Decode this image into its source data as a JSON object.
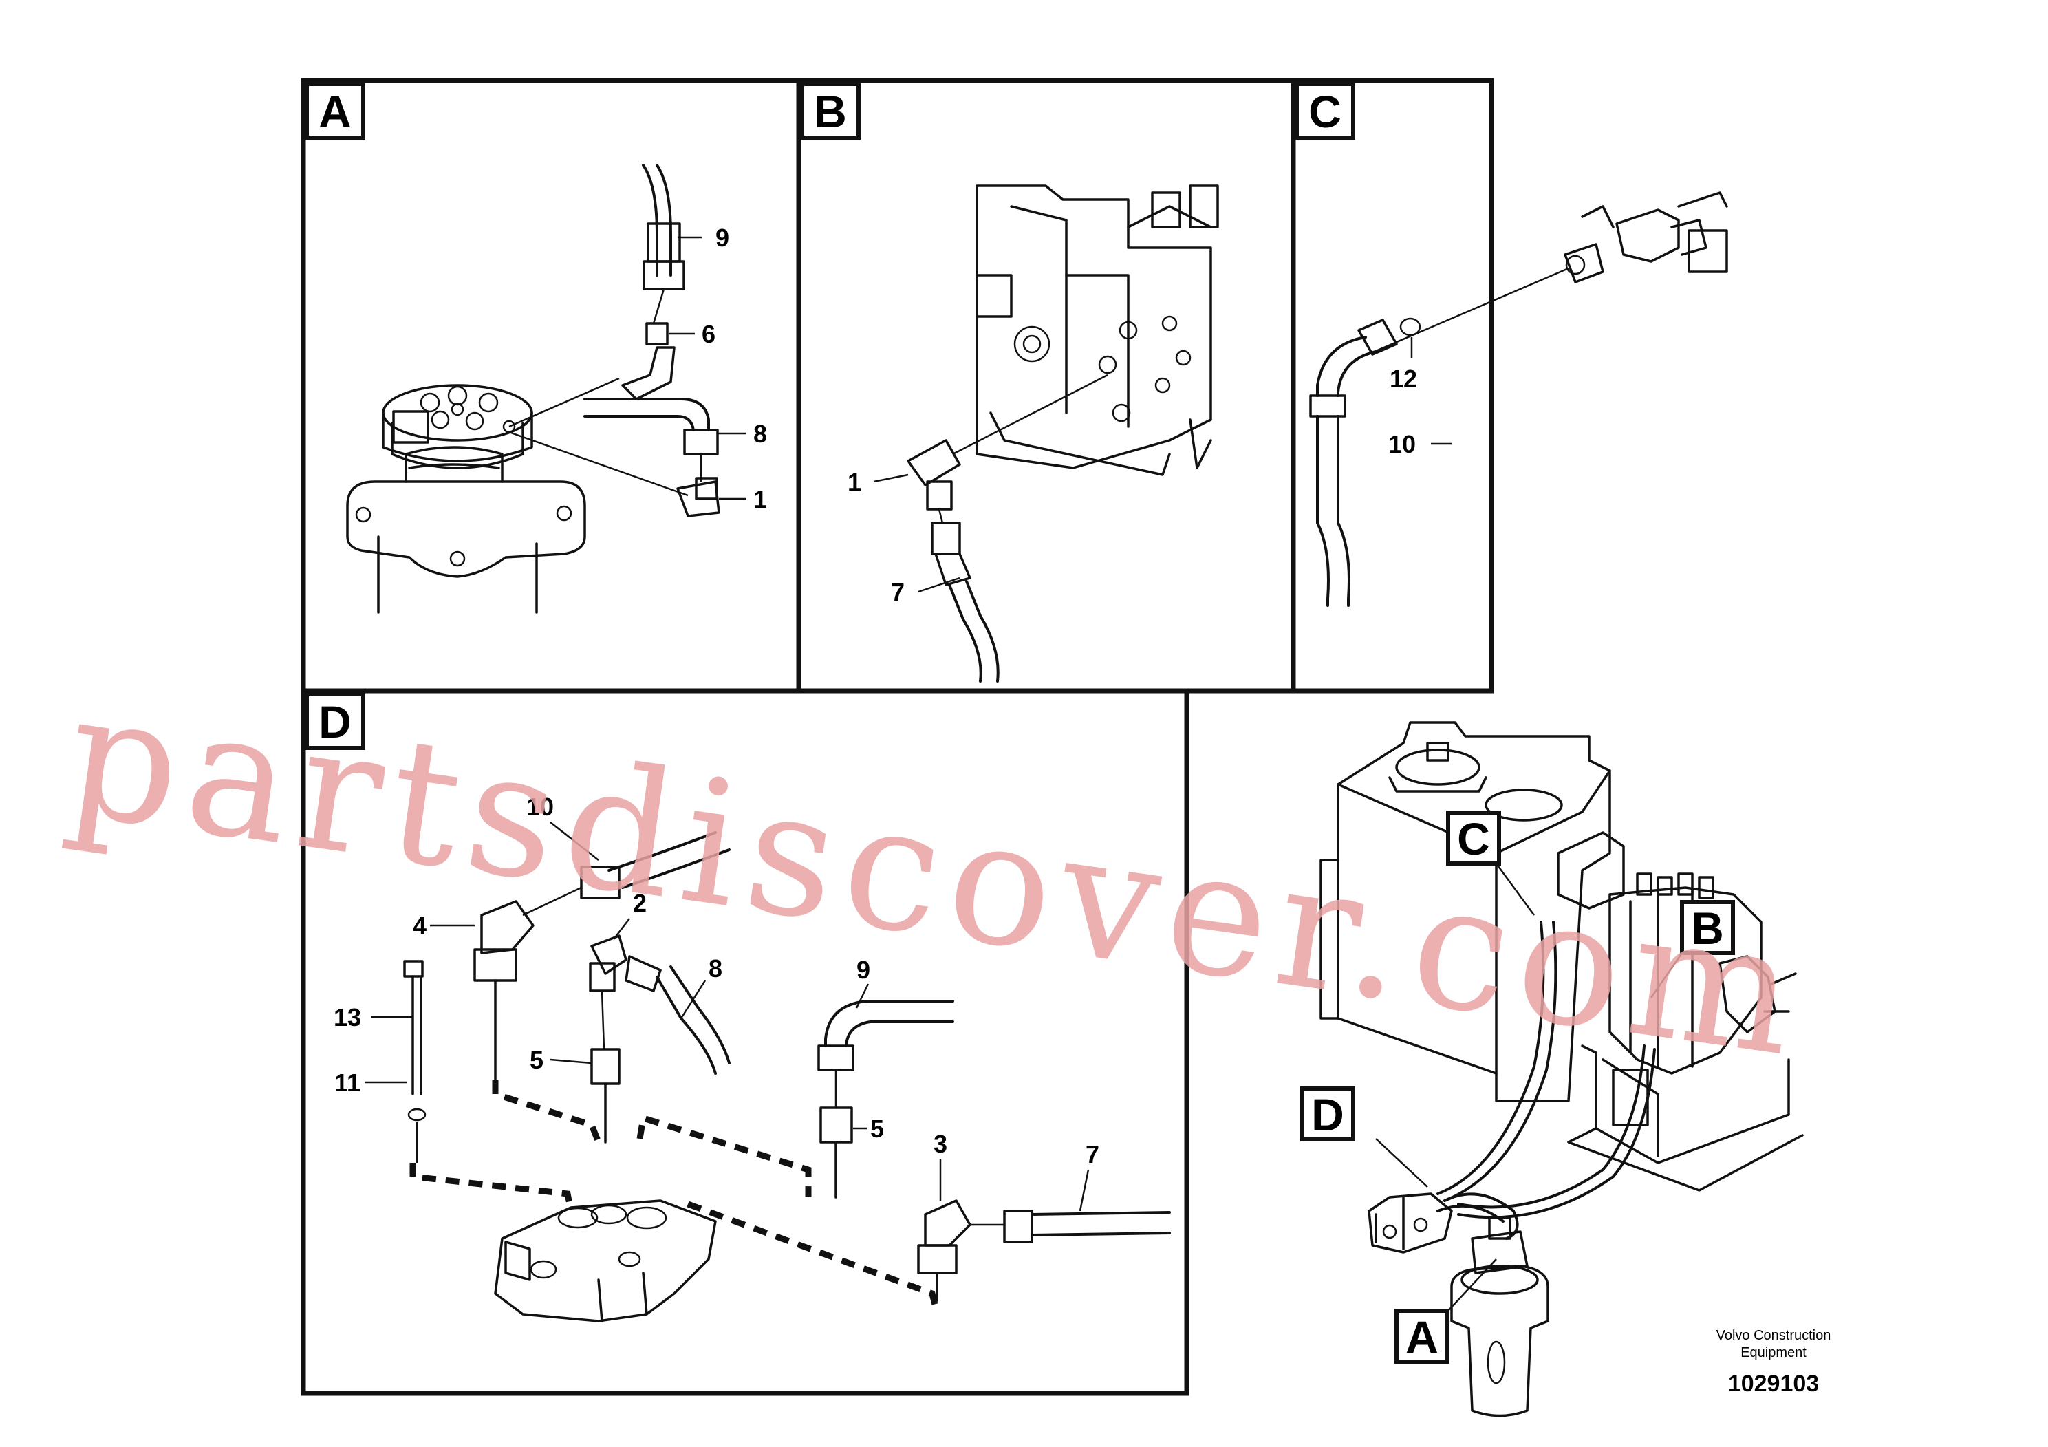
{
  "panels": {
    "A": {
      "label": "A",
      "callouts": [
        {
          "id": "9",
          "text": "9"
        },
        {
          "id": "6",
          "text": "6"
        },
        {
          "id": "8",
          "text": "8"
        },
        {
          "id": "1",
          "text": "1"
        }
      ]
    },
    "B": {
      "label": "B",
      "callouts": [
        {
          "id": "1",
          "text": "1"
        },
        {
          "id": "7",
          "text": "7"
        }
      ]
    },
    "C": {
      "label": "C",
      "callouts": [
        {
          "id": "12",
          "text": "12"
        },
        {
          "id": "10",
          "text": "10"
        }
      ]
    },
    "D": {
      "label": "D",
      "callouts": [
        {
          "id": "10",
          "text": "10"
        },
        {
          "id": "4",
          "text": "4"
        },
        {
          "id": "2",
          "text": "2"
        },
        {
          "id": "8",
          "text": "8"
        },
        {
          "id": "9",
          "text": "9"
        },
        {
          "id": "13",
          "text": "13"
        },
        {
          "id": "5a",
          "text": "5"
        },
        {
          "id": "11",
          "text": "11"
        },
        {
          "id": "5b",
          "text": "5"
        },
        {
          "id": "3",
          "text": "3"
        },
        {
          "id": "7",
          "text": "7"
        }
      ]
    }
  },
  "overview": {
    "labels": {
      "C": "C",
      "B": "B",
      "D": "D",
      "A": "A"
    }
  },
  "footer": {
    "manufacturer_line1": "Volvo Construction",
    "manufacturer_line2": "Equipment",
    "drawing_number": "1029103"
  },
  "watermark": "partsdiscover.com",
  "colors": {
    "line": "#111111",
    "watermark": "#e9a3a3"
  }
}
